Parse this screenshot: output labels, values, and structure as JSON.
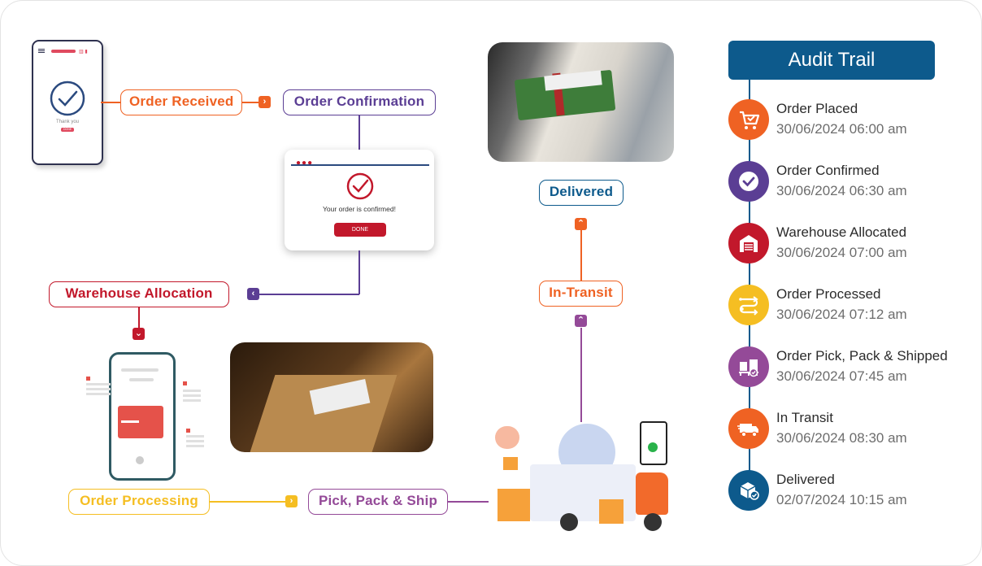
{
  "flow": {
    "order_received": "Order Received",
    "order_confirmation": "Order Confirmation",
    "warehouse_allocation": "Warehouse Allocation",
    "order_processing": "Order Processing",
    "pick_pack_ship": "Pick, Pack & Ship",
    "in_transit": "In-Transit",
    "delivered": "Delivered"
  },
  "phone_screen": {
    "thank_you": "Thank you",
    "done": "DONE"
  },
  "confirm_popup": {
    "message": "Your order is confirmed!",
    "button": "DONE"
  },
  "audit": {
    "title": "Audit Trail",
    "events": [
      {
        "label": "Order Placed",
        "time": "30/06/2024 06:00 am",
        "color": "#ef6223",
        "icon": "cart-icon"
      },
      {
        "label": "Order Confirmed",
        "time": "30/06/2024 06:30 am",
        "color": "#5b3e94",
        "icon": "check-circle-icon"
      },
      {
        "label": "Warehouse Allocated",
        "time": "30/06/2024 07:00 am",
        "color": "#c2182b",
        "icon": "warehouse-icon"
      },
      {
        "label": "Order Processed",
        "time": "30/06/2024 07:12 am",
        "color": "#f5be22",
        "icon": "process-flow-icon"
      },
      {
        "label": "Order Pick, Pack & Shipped",
        "time": "30/06/2024 07:45 am",
        "color": "#944a98",
        "icon": "pallet-boxes-icon"
      },
      {
        "label": "In Transit",
        "time": "30/06/2024 08:30 am",
        "color": "#ef6223",
        "icon": "truck-icon"
      },
      {
        "label": "Delivered",
        "time": "02/07/2024 10:15 am",
        "color": "#0d5a8c",
        "icon": "delivered-box-icon"
      }
    ]
  },
  "colors": {
    "orange": "#ef6223",
    "purple": "#5b3e94",
    "red": "#c2182b",
    "yellow": "#f5be22",
    "violet": "#944a98",
    "blue": "#0d5a8c"
  }
}
